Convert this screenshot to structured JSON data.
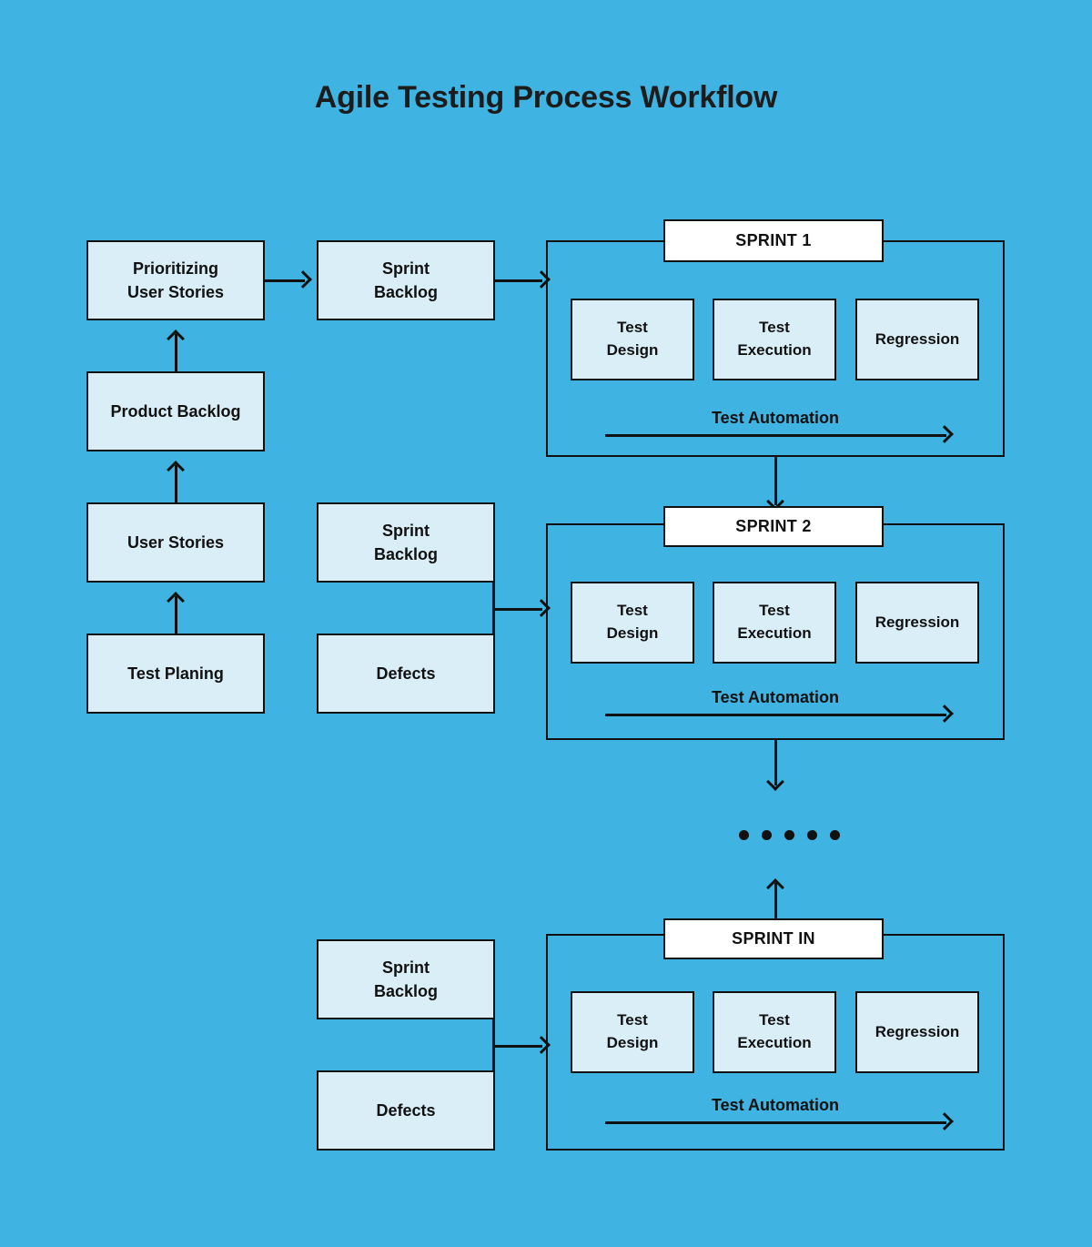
{
  "page": {
    "title": "Agile Testing Process Workflow",
    "background_color": "#3fb3e2",
    "node_fill_color": "#daeef8",
    "node_border_color": "#111111",
    "label_fill_color": "#ffffff",
    "text_color": "#111111"
  },
  "left_column": {
    "prioritizing_user_stories": "Prioritizing\nUser Stories",
    "prioritizing_line1": "Prioritizing",
    "prioritizing_line2": "User Stories",
    "product_backlog": "Product Backlog",
    "user_stories": "User Stories",
    "test_planing": "Test Planing"
  },
  "middle_column": {
    "sprint_backlog_1_line1": "Sprint",
    "sprint_backlog_1_line2": "Backlog",
    "sprint_backlog_2_line1": "Sprint",
    "sprint_backlog_2_line2": "Backlog",
    "defects_2": "Defects",
    "sprint_backlog_n_line1": "Sprint",
    "sprint_backlog_n_line2": "Backlog",
    "defects_n": "Defects"
  },
  "sprints": [
    {
      "id": "sprint-1",
      "label": "SPRINT 1",
      "boxes": [
        {
          "line1": "Test",
          "line2": "Design"
        },
        {
          "line1": "Test",
          "line2": "Execution"
        },
        {
          "line1": "Regression",
          "line2": ""
        }
      ],
      "automation_label": "Test Automation"
    },
    {
      "id": "sprint-2",
      "label": "SPRINT 2",
      "boxes": [
        {
          "line1": "Test",
          "line2": "Design"
        },
        {
          "line1": "Test",
          "line2": "Execution"
        },
        {
          "line1": "Regression",
          "line2": ""
        }
      ],
      "automation_label": "Test Automation"
    },
    {
      "id": "sprint-n",
      "label": "SPRINT IN",
      "boxes": [
        {
          "line1": "Test",
          "line2": "Design"
        },
        {
          "line1": "Test",
          "line2": "Execution"
        },
        {
          "line1": "Regression",
          "line2": ""
        }
      ],
      "automation_label": "Test Automation"
    }
  ],
  "ellipsis": {
    "dot_count": 5,
    "meaning": "continues"
  },
  "diagram_data": {
    "type": "flowchart",
    "nodes": [
      "Test Planing",
      "User Stories",
      "Product Backlog",
      "Prioritizing User Stories",
      "Sprint Backlog",
      "Defects",
      "SPRINT 1",
      "SPRINT 2",
      "SPRINT IN",
      "Test Design",
      "Test Execution",
      "Regression",
      "Test Automation"
    ],
    "edges": [
      "Test Planing -> User Stories",
      "User Stories -> Product Backlog",
      "Product Backlog -> Prioritizing User Stories",
      "Prioritizing User Stories -> Sprint Backlog",
      "Sprint Backlog -> SPRINT 1",
      "SPRINT 1 -> SPRINT 2",
      "Sprint Backlog + Defects -> SPRINT 2",
      "SPRINT 2 -> ... -> SPRINT IN",
      "Sprint Backlog + Defects -> SPRINT IN"
    ]
  }
}
